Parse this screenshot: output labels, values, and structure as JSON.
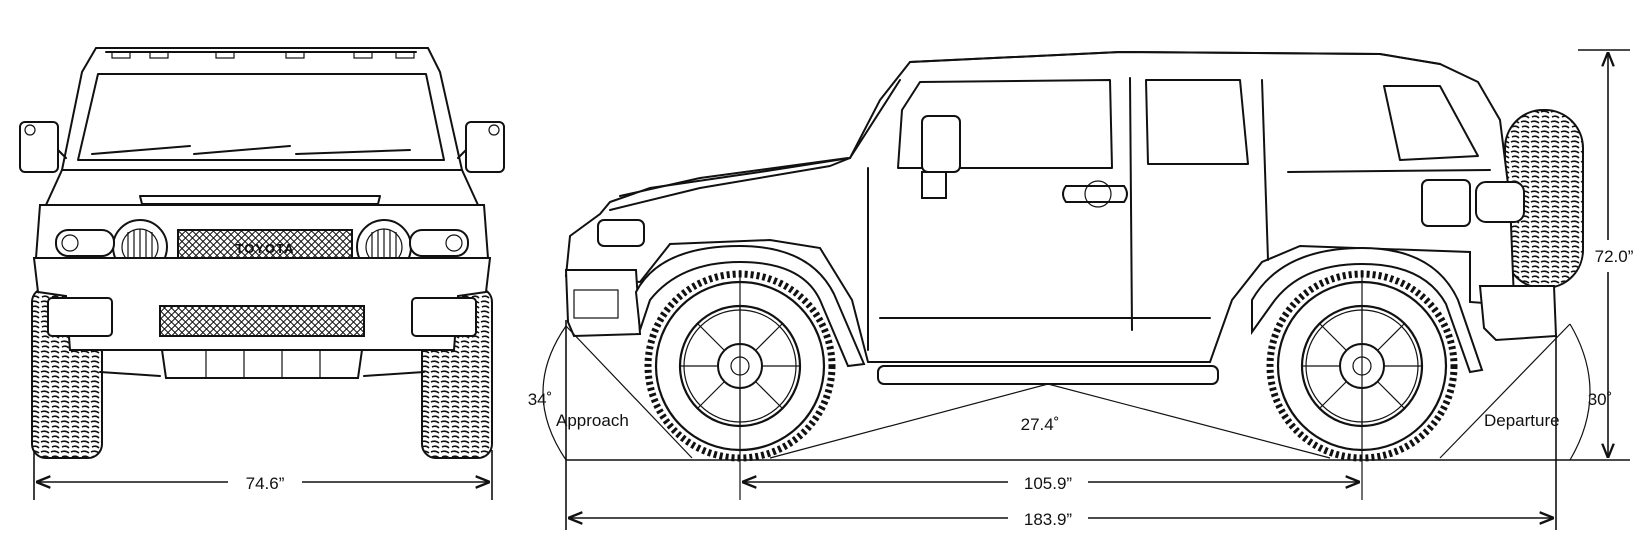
{
  "front_view": {
    "width_label": "74.6”",
    "grille_logo": "TOYOTA"
  },
  "side_view": {
    "height_label": "72.0”",
    "wheelbase_label": "105.9”",
    "length_label": "183.9”",
    "breakover_angle": "27.4˚",
    "approach_angle": "34˚",
    "approach_label": "Approach",
    "departure_angle": "30˚",
    "departure_label": "Departure"
  }
}
